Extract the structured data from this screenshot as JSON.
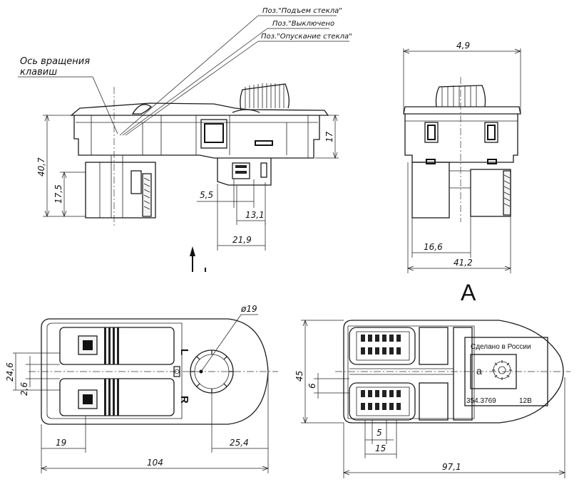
{
  "callouts": {
    "pos_up": "Поз.\"Подъем стекла\"",
    "pos_off": "Поз.\"Выключено",
    "pos_down": "Поз.\"Опускание стекла\"",
    "axis_line1": "Ось вращения",
    "axis_line2": "клавиш"
  },
  "view_label": "A",
  "dimensions": {
    "front_height_total": "40,7",
    "front_height_lower": "17,5",
    "front_height_right": "17",
    "front_5_5": "5,5",
    "front_13_1": "13,1",
    "front_21_9": "21,9",
    "side_top_width": "4,9",
    "side_16_6": "16,6",
    "side_41_2": "41,2",
    "plan_dia": "ø19",
    "plan_24_6": "24,6",
    "plan_2_6": "2,6",
    "plan_19": "19",
    "plan_25_4": "25,4",
    "plan_104": "104",
    "bottom_45": "45",
    "bottom_6": "6",
    "bottom_5": "5",
    "bottom_15": "15",
    "bottom_97_1": "97,1"
  },
  "switch_letters": {
    "left": "L",
    "right": "R"
  },
  "label_plate": {
    "made_in": "Сделано в России",
    "letter": "a",
    "part_no": "354.3769",
    "voltage": "12В"
  }
}
